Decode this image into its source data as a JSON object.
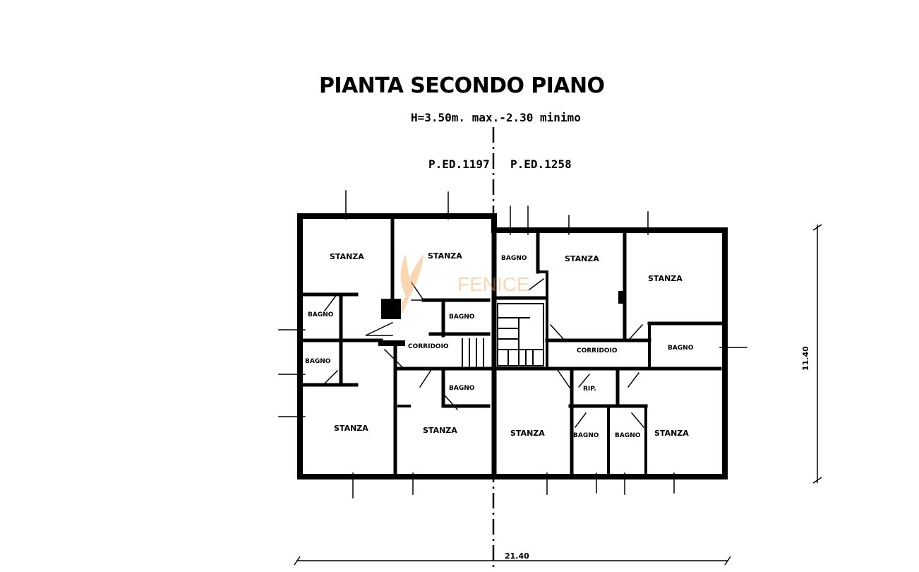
{
  "title": "PIANTA SECONDO PIANO",
  "subtitle": "H=3.50m. max.-2.30 minimo",
  "parcels": {
    "left": "P.ED.1197",
    "right": "P.ED.1258"
  },
  "rooms": {
    "stanza": "STANZA",
    "bagno": "BAGNO",
    "corridoio": "CORRIDOIO",
    "rip": "RIP."
  },
  "dimensions": {
    "width": "21.40",
    "height": "11.40"
  },
  "watermark": {
    "text": "FENICE",
    "color": "#f2a65a"
  },
  "colors": {
    "ink": "#000000",
    "background": "#ffffff"
  }
}
